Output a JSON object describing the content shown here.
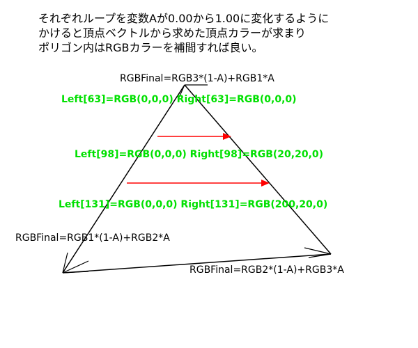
{
  "intro": {
    "lines": [
      "それぞれループを変数Aが0.00から1.00に変化するように",
      "かけると頂点ベクトルから求めた頂点カラーが求まり",
      "ポリゴン内はRGBカラーを補間すれば良い。"
    ]
  },
  "formulas": {
    "top": "RGBFinal=RGB3*(1-A)+RGB1*A",
    "left": "RGBFinal=RGB1*(1-A)+RGB2*A",
    "right": "RGBFinal=RGB2*(1-A)+RGB3*A"
  },
  "scanlines": [
    {
      "text": "Left[63]=RGB(0,0,0) Right[63]=RGB(0,0,0)"
    },
    {
      "text": "Left[98]=RGB(0,0,0) Right[98]=RGB(20,20,0)"
    },
    {
      "text": "Left[131]=RGB(0,0,0) Right[131]=RGB(200,20,0)"
    }
  ],
  "colors": {
    "ink": "#000000",
    "scanline_text": "#00e000",
    "arrow": "#ff0000",
    "background": "#ffffff"
  }
}
